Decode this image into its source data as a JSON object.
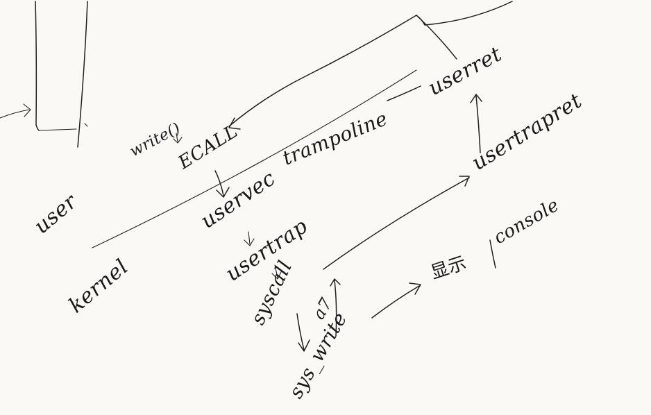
{
  "diagram": {
    "labels": {
      "user": "user",
      "kernel": "kernel",
      "write": "write()",
      "ecall": "ECALL",
      "uservec": "uservec",
      "trampoline": "trampoline",
      "userret": "userret",
      "usertrap": "usertrap",
      "syscall": "syscall",
      "a7": "a7",
      "sys_write": "sys_write",
      "usertrapret": "usertrapret",
      "display": "显示",
      "console": "console"
    },
    "colors": {
      "background": "#faf9f6",
      "ink": "#1f1f1f"
    }
  }
}
